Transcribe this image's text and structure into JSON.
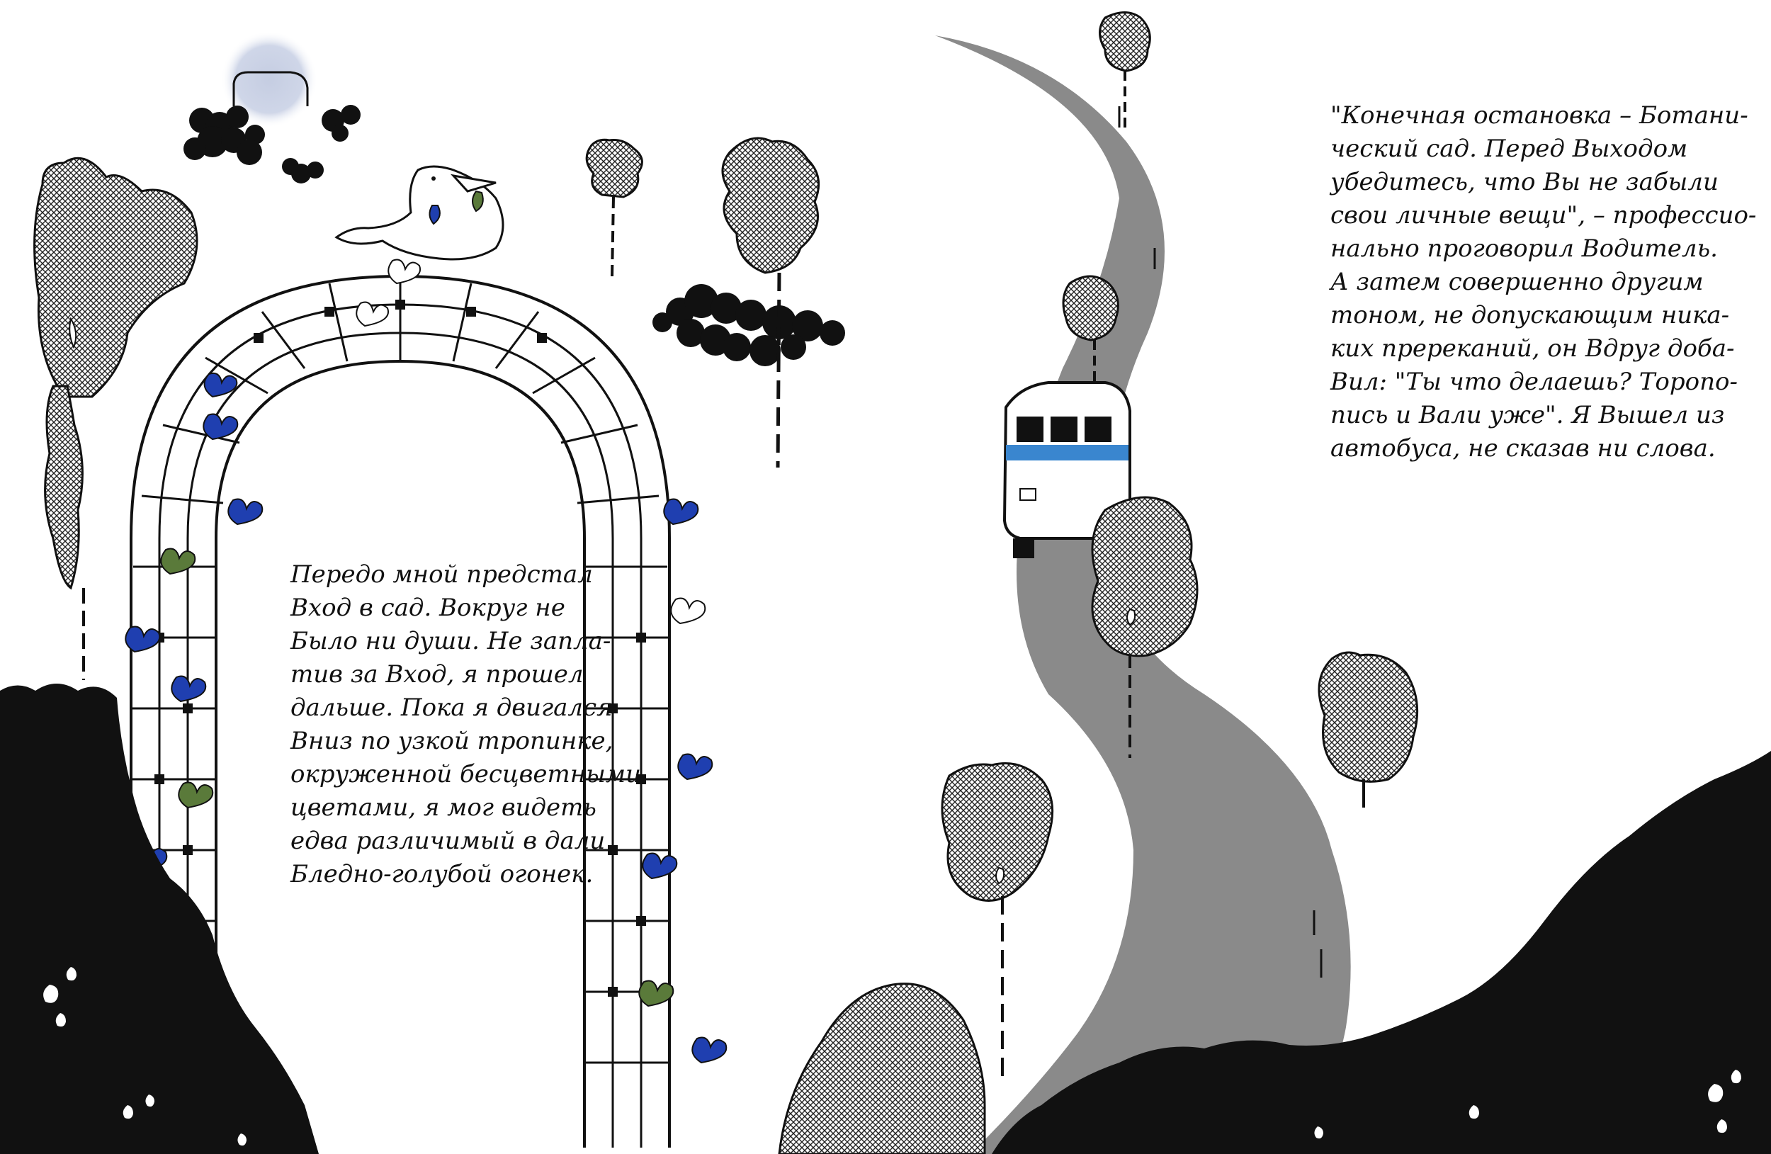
{
  "left_page": {
    "text_lines": [
      "Передо мной предстал",
      "Вход в сад. Вокруг не",
      "Было ни души. Не запла-",
      "тив за Вход, я прошел",
      "дальше. Пока я двигался",
      "Вниз по узкой тропинке,",
      "окруженной бесцветными",
      "цветами, я мог видеть",
      "едва различимый в дали",
      "Бледно-голубой огонек."
    ]
  },
  "right_page": {
    "text_lines": [
      "\"Конечная остановка – Ботани-",
      "ческий сад. Перед Выходом",
      "убедитесь, что Вы не забыли",
      "свои личные вещи\", – профессио-",
      "нально проговорил Водитель.",
      "А затем совершенно другим",
      "тоном, не допускающим ника-",
      "ких пререканий, он Вдруг доба-",
      "Вил: \"Ты что делаешь? Торопо-",
      "пись и Вали уже\". Я Вышел из",
      "автобуса, не сказав ни слова."
    ]
  },
  "colors": {
    "road": "#8a8a8a",
    "ink": "#111111",
    "foliage": "#6e6e6e",
    "leaf_blue": "#1f3fb0",
    "leaf_green": "#5a7a3a",
    "bus_stripe": "#3a86cf",
    "moon_glow": "#b9c4dd"
  }
}
